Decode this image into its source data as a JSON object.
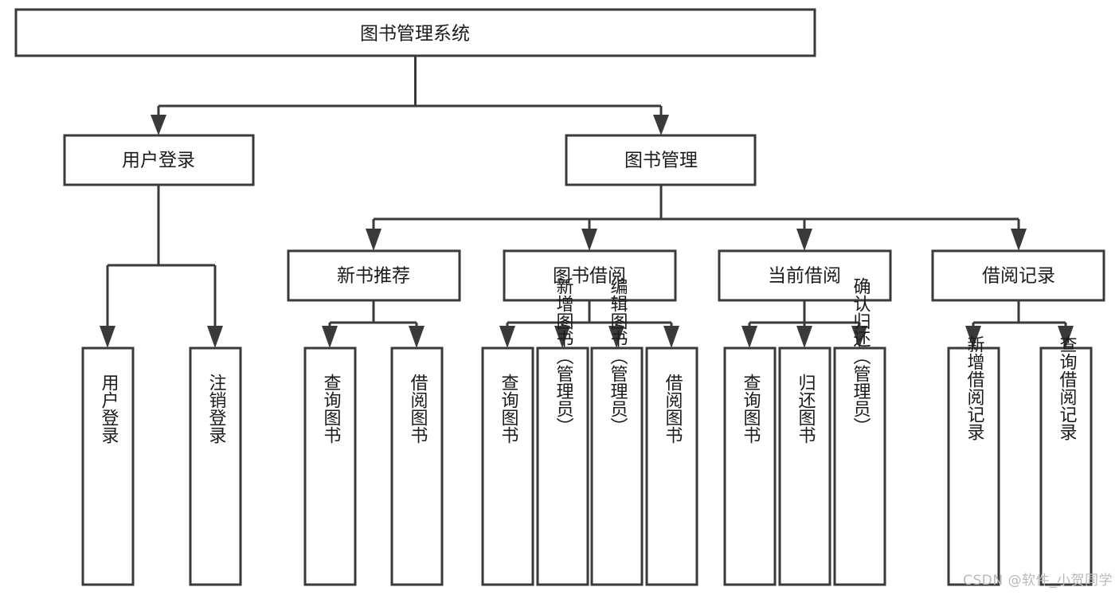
{
  "diagram": {
    "type": "tree-hierarchy",
    "title": "图书管理系统",
    "watermark": "CSDN @软件_小贺同学",
    "colors": {
      "box_stroke": "#3a3a3a",
      "box_fill": "#ffffff",
      "connector": "#3a3a3a",
      "text": "#1b1b1b",
      "background": "#ffffff",
      "watermark": "#b9b9b9"
    },
    "levels": {
      "root": {
        "label": "图书管理系统"
      },
      "level2": [
        {
          "label": "用户登录"
        },
        {
          "label": "图书管理"
        }
      ],
      "level3": [
        {
          "label": "新书推荐"
        },
        {
          "label": "图书借阅"
        },
        {
          "label": "当前借阅"
        },
        {
          "label": "借阅记录"
        }
      ],
      "leaves": {
        "user_login": [
          {
            "label": "用户登录"
          },
          {
            "label": "注销登录"
          }
        ],
        "new_book_recommend": [
          {
            "label": "查询图书"
          },
          {
            "label": "借阅图书"
          }
        ],
        "book_borrow": [
          {
            "label": "查询图书"
          },
          {
            "label": "新增图书（管理员）"
          },
          {
            "label": "编辑图书（管理员）"
          },
          {
            "label": "借阅图书"
          }
        ],
        "current_borrow": [
          {
            "label": "查询图书"
          },
          {
            "label": "归还图书"
          },
          {
            "label": "确认归还（管理员）"
          }
        ],
        "borrow_record": [
          {
            "label": "新增借阅记录"
          },
          {
            "label": "查询借阅记录"
          }
        ]
      }
    }
  }
}
